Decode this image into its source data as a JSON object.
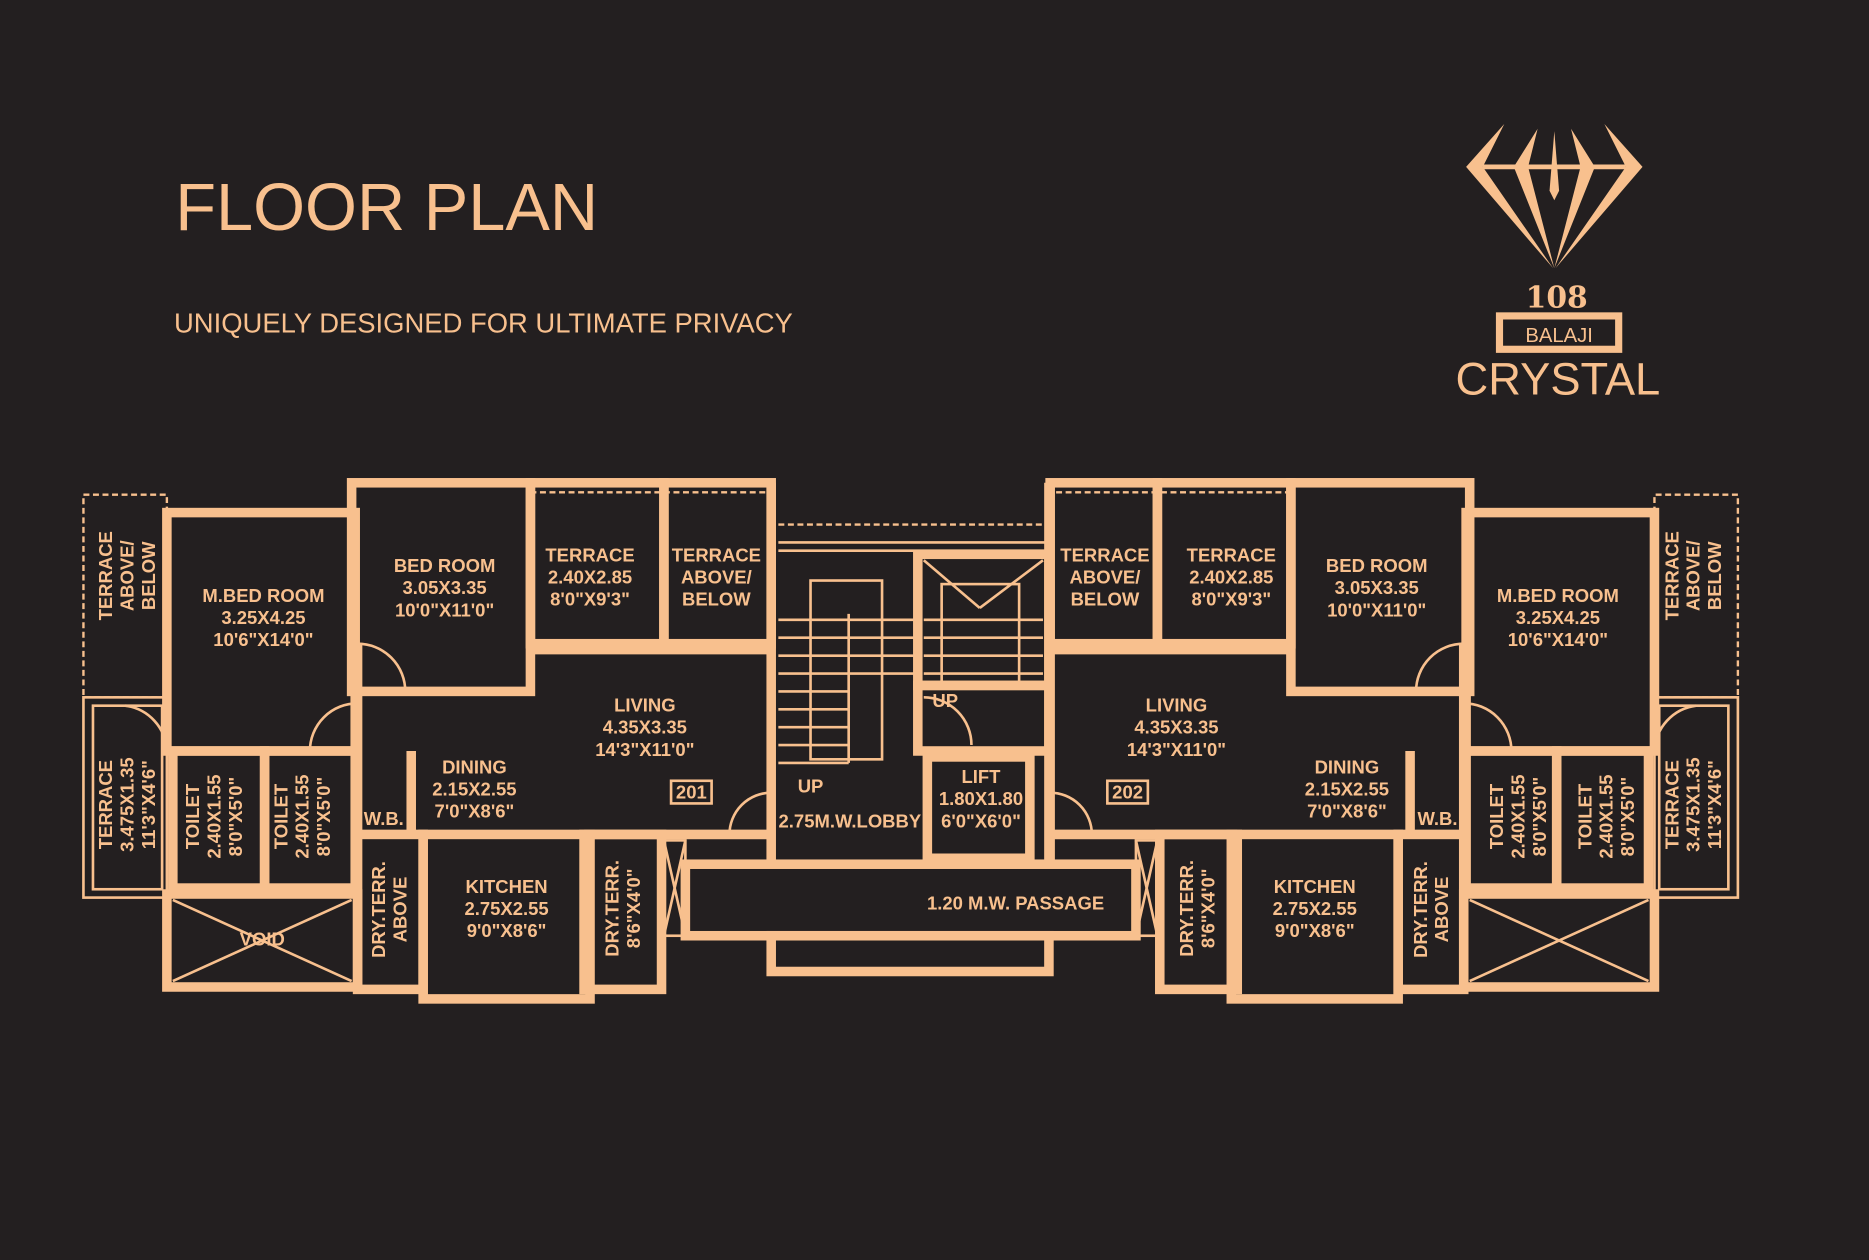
{
  "header": {
    "title": "FLOOR PLAN",
    "subtitle": "UNIQUELY DESIGNED FOR ULTIMATE PRIVACY"
  },
  "logo": {
    "number": "108",
    "boxed": "BALAJI",
    "name": "CRYSTAL",
    "icon": "diamond-icon"
  },
  "colors": {
    "background": "#231f20",
    "accent": "#f8c08e"
  },
  "units": {
    "u201": {
      "number": "201",
      "rooms": {
        "terrace_side": [
          "TERRACE",
          "ABOVE/",
          "BELOW"
        ],
        "mbed": [
          "M.BED  ROOM",
          "3.25X4.25",
          "10'6\"X14'0\""
        ],
        "bed": [
          "BED  ROOM",
          "3.05X3.35",
          "10'0\"X11'0\""
        ],
        "terrace": [
          "TERRACE",
          "2.40X2.85",
          "8'0\"X9'3\""
        ],
        "terrace_ab": [
          "TERRACE",
          "ABOVE/",
          "BELOW"
        ],
        "living": [
          "LIVING",
          "4.35X3.35",
          "14'3\"X11'0\""
        ],
        "dining": [
          "DINING",
          "2.15X2.55",
          "7'0\"X8'6\""
        ],
        "terrace_small": [
          "TERRACE",
          "3.475X1.35",
          "11'3\"X4'6\""
        ],
        "toilet1": [
          "TOILET",
          "2.40X1.55",
          "8'0\"X5'0\""
        ],
        "toilet2": [
          "TOILET",
          "2.40X1.55",
          "8'0\"X5'0\""
        ],
        "wb": [
          "W.B."
        ],
        "dry_above": [
          "DRY.TERR.",
          "ABOVE"
        ],
        "kitchen": [
          "KITCHEN",
          "2.75X2.55",
          "9'0\"X8'6\""
        ],
        "dry": [
          "DRY.TERR.",
          "8'6\"X4'0\""
        ],
        "void": [
          "VOID"
        ]
      }
    },
    "u202": {
      "number": "202",
      "rooms": {
        "terrace_side": [
          "TERRACE",
          "ABOVE/",
          "BELOW"
        ],
        "mbed": [
          "M.BED  ROOM",
          "3.25X4.25",
          "10'6\"X14'0\""
        ],
        "bed": [
          "BED  ROOM",
          "3.05X3.35",
          "10'0\"X11'0\""
        ],
        "terrace": [
          "TERRACE",
          "2.40X2.85",
          "8'0\"X9'3\""
        ],
        "terrace_ab": [
          "TERRACE",
          "ABOVE/",
          "BELOW"
        ],
        "living": [
          "LIVING",
          "4.35X3.35",
          "14'3\"X11'0\""
        ],
        "dining": [
          "DINING",
          "2.15X2.55",
          "7'0\"X8'6\""
        ],
        "terrace_small": [
          "TERRACE",
          "3.475X1.35",
          "11'3\"X4'6\""
        ],
        "toilet1": [
          "TOILET",
          "2.40X1.55",
          "8'0\"X5'0\""
        ],
        "toilet2": [
          "TOILET",
          "2.40X1.55",
          "8'0\"X5'0\""
        ],
        "wb": [
          "W.B."
        ],
        "dry_above": [
          "DRY.TERR.",
          "ABOVE"
        ],
        "kitchen": [
          "KITCHEN",
          "2.75X2.55",
          "9'0\"X8'6\""
        ],
        "dry": [
          "DRY.TERR.",
          "8'6\"X4'0\""
        ]
      }
    }
  },
  "core": {
    "stair_up_1": "UP",
    "stair_up_2": "UP",
    "lobby": "2.75M.W.LOBBY",
    "lift": [
      "LIFT",
      "1.80X1.80",
      "6'0\"X6'0\""
    ],
    "passage": "1.20  M.W.  PASSAGE"
  }
}
